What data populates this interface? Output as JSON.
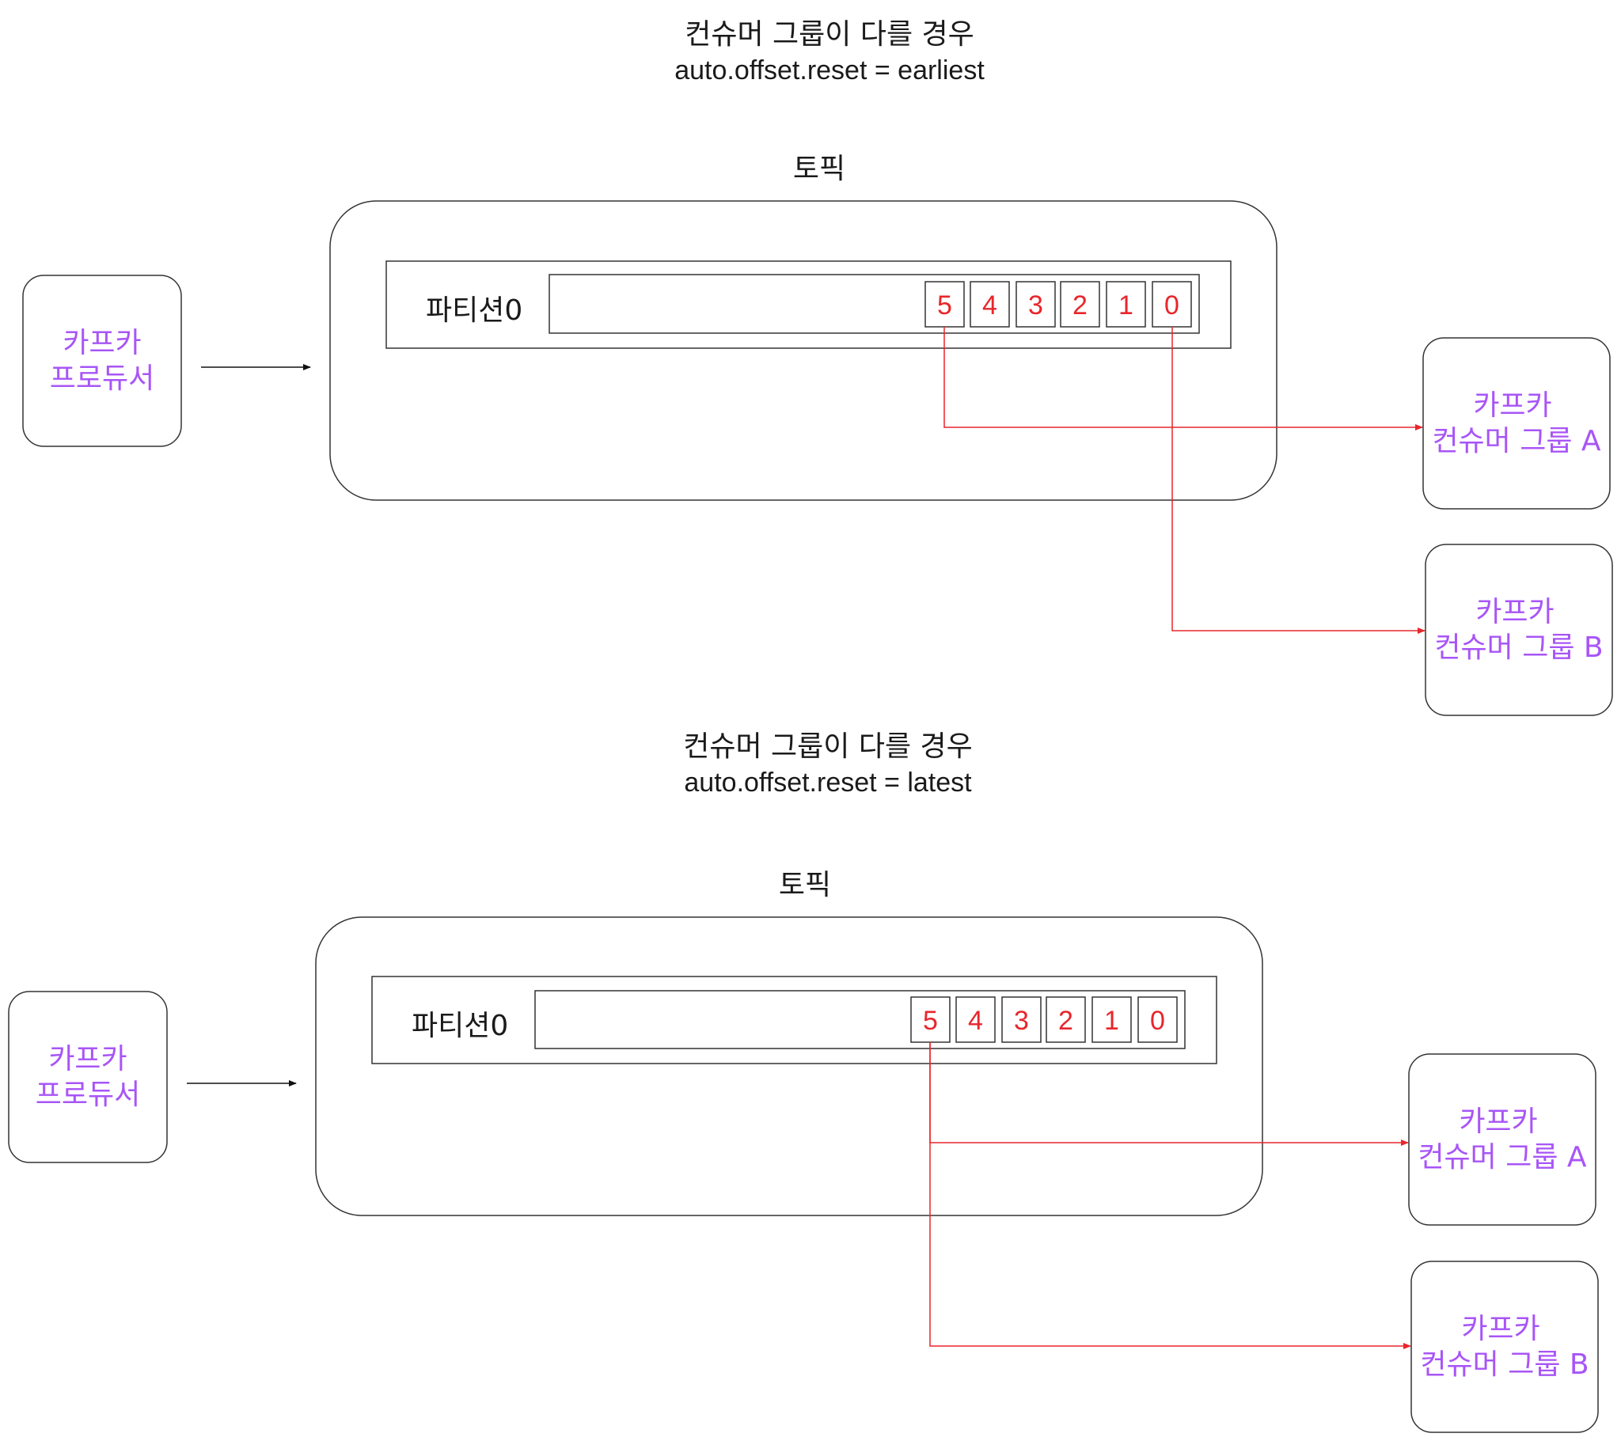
{
  "sections": [
    {
      "title": "컨슈머 그룹이 다를 경우",
      "subtitle": "auto.offset.reset = earliest",
      "topic_label": "토픽",
      "partition_label": "파티션0",
      "offsets": [
        "5",
        "4",
        "3",
        "2",
        "1",
        "0"
      ],
      "producer": {
        "line1": "카프카",
        "line2": "프로듀서"
      },
      "consumers": [
        {
          "line1": "카프카",
          "line2": "컨슈머 그룹 A",
          "reads_from_offset": "5"
        },
        {
          "line1": "카프카",
          "line2": "컨슈머 그룹 B",
          "reads_from_offset": "0"
        }
      ]
    },
    {
      "title": "컨슈머 그룹이 다를 경우",
      "subtitle": "auto.offset.reset = latest",
      "topic_label": "토픽",
      "partition_label": "파티션0",
      "offsets": [
        "5",
        "4",
        "3",
        "2",
        "1",
        "0"
      ],
      "producer": {
        "line1": "카프카",
        "line2": "프로듀서"
      },
      "consumers": [
        {
          "line1": "카프카",
          "line2": "컨슈머 그룹 A",
          "reads_from_offset": "5"
        },
        {
          "line1": "카프카",
          "line2": "컨슈머 그룹 B",
          "reads_from_offset": "5"
        }
      ]
    }
  ],
  "colors": {
    "text": "#1a1a1a",
    "accent_purple": "#a855f7",
    "offset_red": "#e8262b",
    "border": "#333333"
  }
}
